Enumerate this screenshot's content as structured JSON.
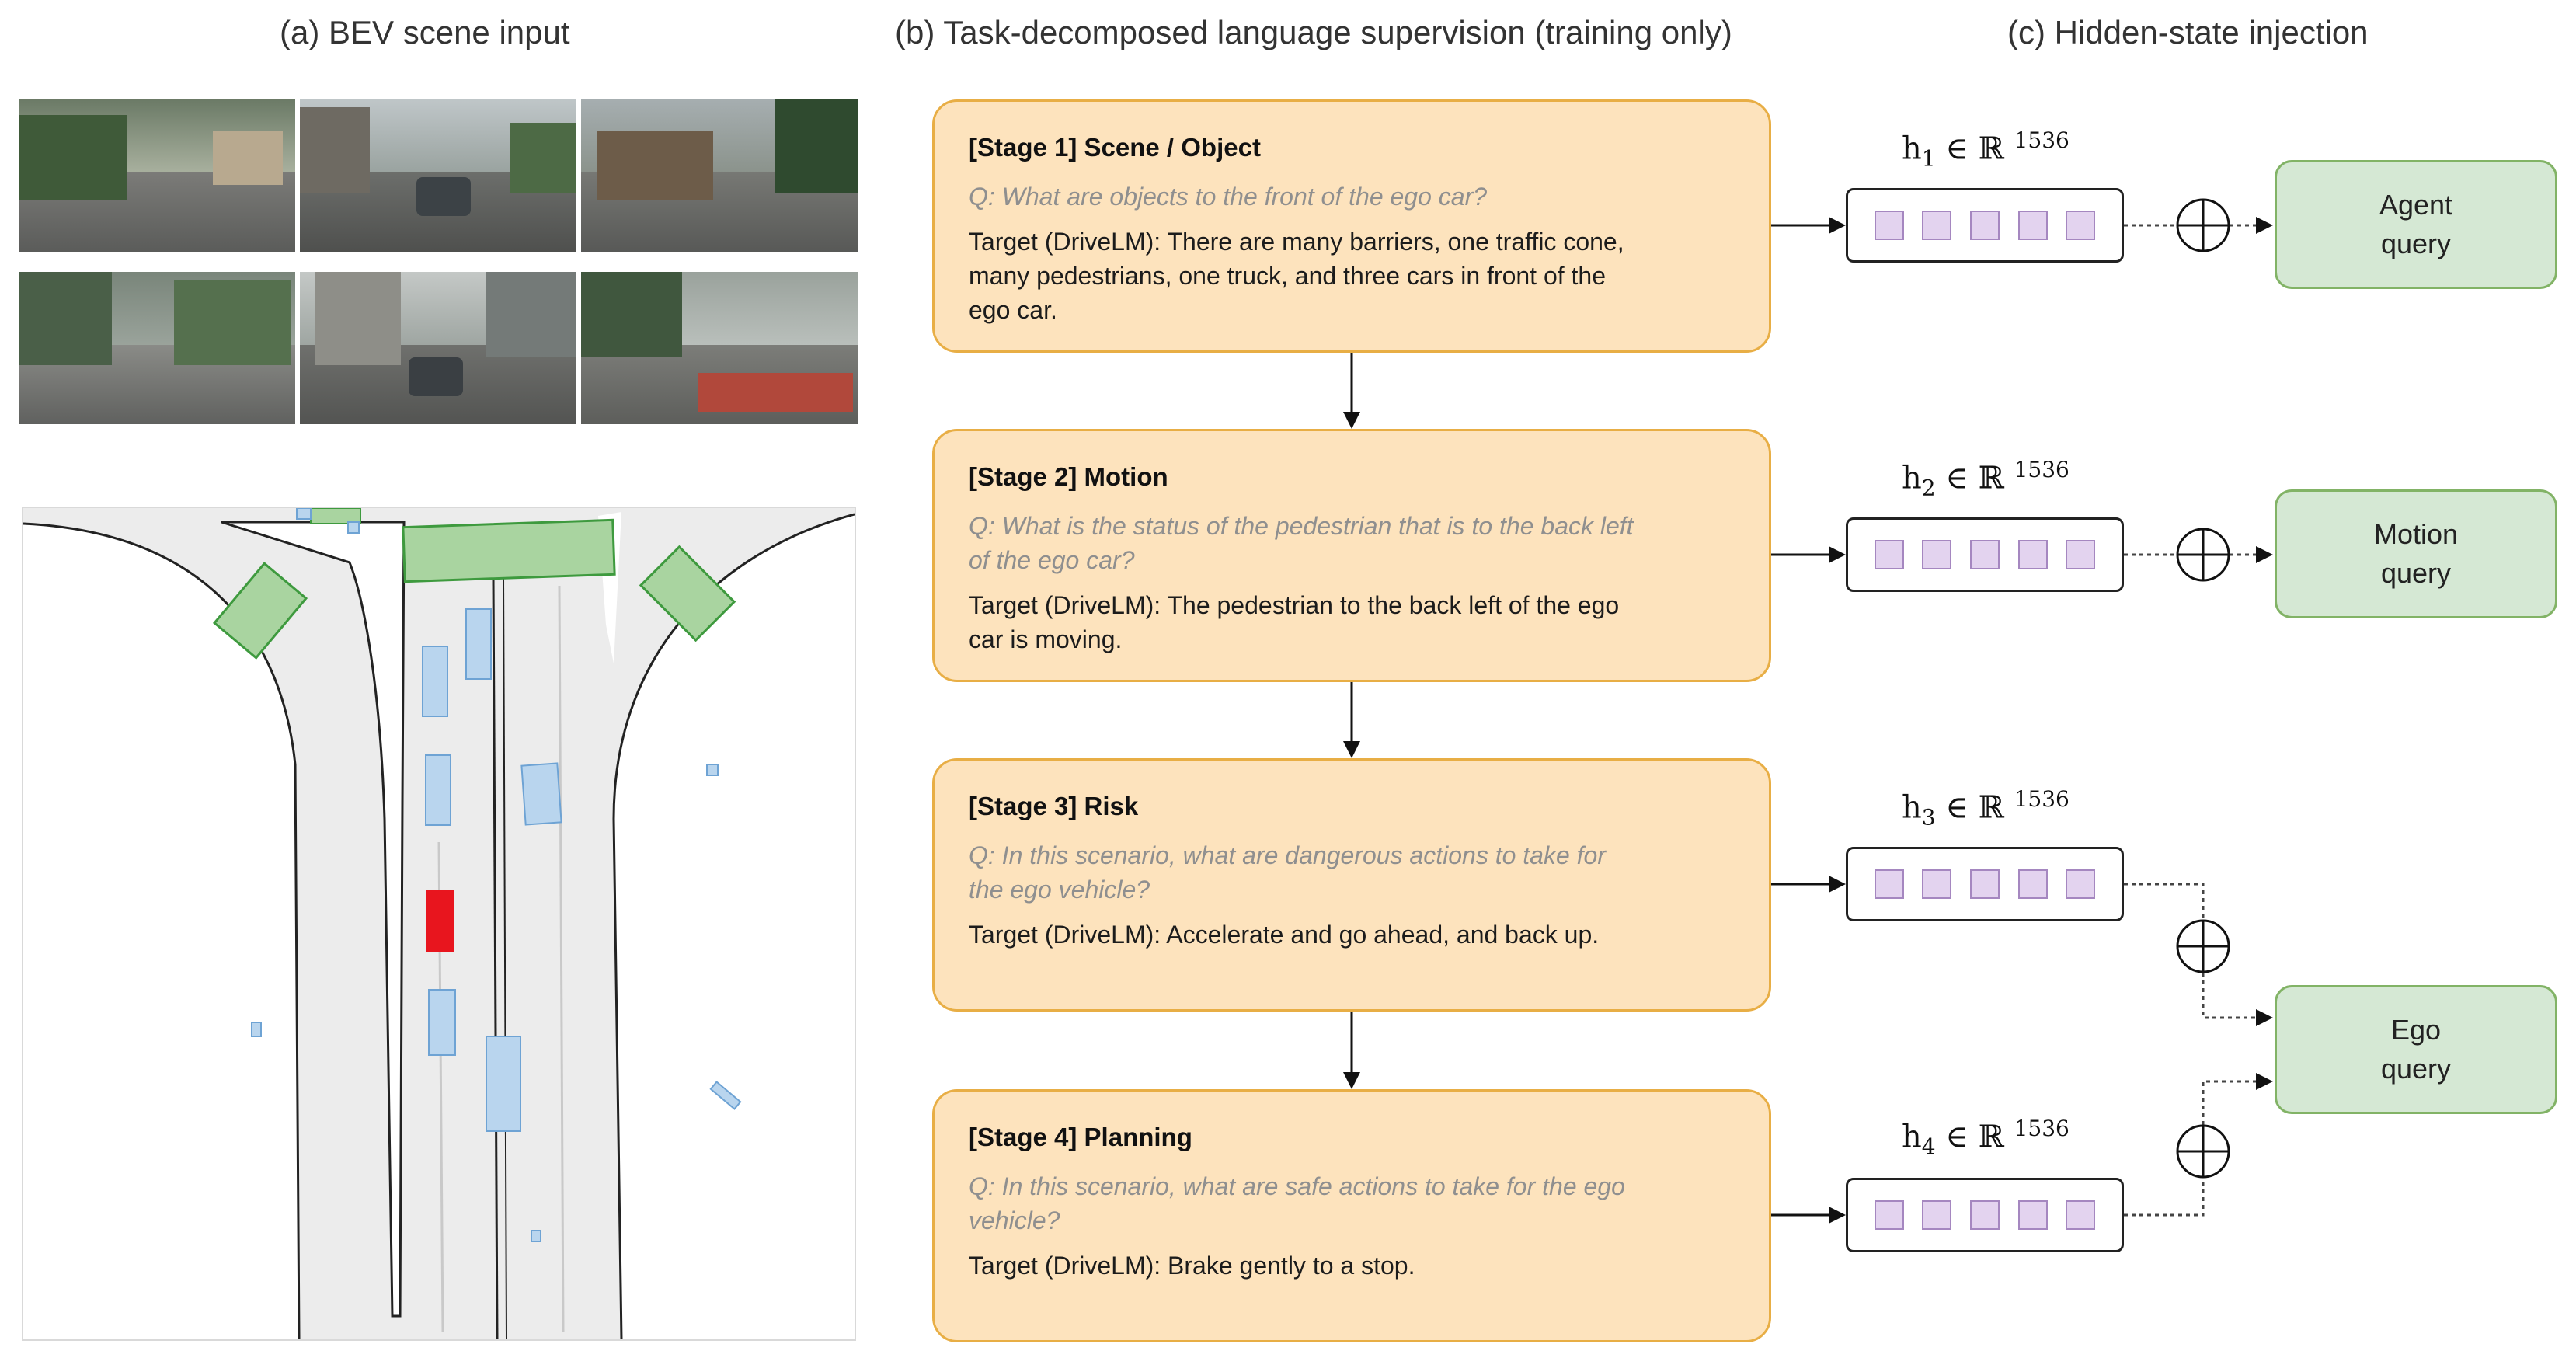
{
  "panels": {
    "a_title": "(a) BEV scene input",
    "b_title": "(b) Task-decomposed language supervision (training only)",
    "c_title": "(c) Hidden-state injection"
  },
  "stages": [
    {
      "title": "[Stage 1] Scene / Object",
      "question": [
        "Q: What are objects to the front of the ego car?"
      ],
      "target": [
        "Target (DriveLM): There are many barriers, one traffic cone,",
        "many pedestrians, one truck, and three cars in front of the",
        "ego car."
      ]
    },
    {
      "title": "[Stage 2] Motion",
      "question": [
        "Q: What is the status of the pedestrian that is to the back left",
        "of the ego car?"
      ],
      "target": [
        "Target (DriveLM): The pedestrian to the back left of the ego",
        "car is moving."
      ]
    },
    {
      "title": "[Stage 3] Risk",
      "question": [
        "Q: In this scenario, what are dangerous actions to take for",
        "the ego vehicle?"
      ],
      "target": [
        "Target (DriveLM): Accelerate and go ahead, and back up."
      ]
    },
    {
      "title": "[Stage 4] Planning",
      "question": [
        "Q: In this scenario, what are safe actions to take for the ego",
        "vehicle?"
      ],
      "target": [
        "Target (DriveLM): Brake gently to a stop."
      ]
    }
  ],
  "hidden_states": [
    {
      "var": "h",
      "sub": "1",
      "rest": " ∈ ℝ ",
      "dim": "1536"
    },
    {
      "var": "h",
      "sub": "2",
      "rest": " ∈ ℝ ",
      "dim": "1536"
    },
    {
      "var": "h",
      "sub": "3",
      "rest": " ∈ ℝ ",
      "dim": "1536"
    },
    {
      "var": "h",
      "sub": "4",
      "rest": " ∈ ℝ ",
      "dim": "1536"
    }
  ],
  "queries": [
    {
      "line1": "Agent",
      "line2": "query"
    },
    {
      "line1": "Motion",
      "line2": "query"
    },
    {
      "line1": "Ego",
      "line2": "query"
    }
  ],
  "symbols": {
    "add": "⊕"
  },
  "colors": {
    "stage_fill": "#fde3bd",
    "stage_border": "#e8ae45",
    "query_fill": "#d5e8d4",
    "query_border": "#82b366",
    "token_fill": "#e3d3ef",
    "ego_vehicle": "#e8151e",
    "agent_box": "#b9d5ee",
    "crosswalk": "#a9d4a0"
  },
  "icons": [
    "plus-circle-icon",
    "arrow-right-icon",
    "arrow-down-icon"
  ]
}
